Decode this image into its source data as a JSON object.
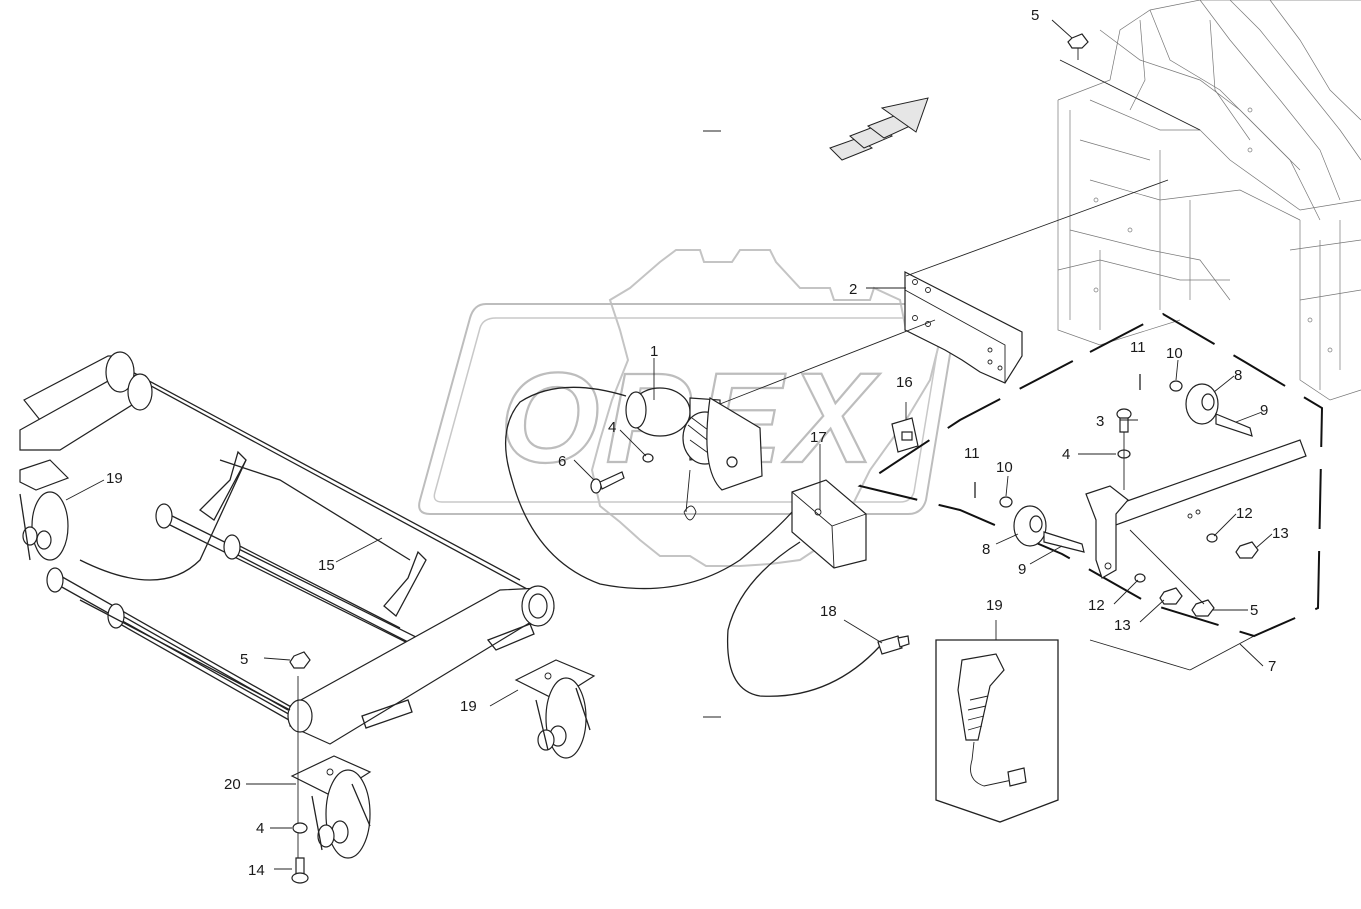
{
  "watermark": {
    "text": "OPEX"
  },
  "callouts": [
    {
      "id": "c1",
      "label": "1"
    },
    {
      "id": "c2",
      "label": "2"
    },
    {
      "id": "c3",
      "label": "3"
    },
    {
      "id": "c4a",
      "label": "4"
    },
    {
      "id": "c4b",
      "label": "4"
    },
    {
      "id": "c4c",
      "label": "4"
    },
    {
      "id": "c5a",
      "label": "5"
    },
    {
      "id": "c5b",
      "label": "5"
    },
    {
      "id": "c5c",
      "label": "5"
    },
    {
      "id": "c6",
      "label": "6"
    },
    {
      "id": "c7",
      "label": "7"
    },
    {
      "id": "c8a",
      "label": "8"
    },
    {
      "id": "c8b",
      "label": "8"
    },
    {
      "id": "c9a",
      "label": "9"
    },
    {
      "id": "c9b",
      "label": "9"
    },
    {
      "id": "c10a",
      "label": "10"
    },
    {
      "id": "c10b",
      "label": "10"
    },
    {
      "id": "c11a",
      "label": "11"
    },
    {
      "id": "c11b",
      "label": "11"
    },
    {
      "id": "c12a",
      "label": "12"
    },
    {
      "id": "c12b",
      "label": "12"
    },
    {
      "id": "c13a",
      "label": "13"
    },
    {
      "id": "c13b",
      "label": "13"
    },
    {
      "id": "c14",
      "label": "14"
    },
    {
      "id": "c15",
      "label": "15"
    },
    {
      "id": "c16",
      "label": "16"
    },
    {
      "id": "c17",
      "label": "17"
    },
    {
      "id": "c18",
      "label": "18"
    },
    {
      "id": "c19a",
      "label": "19"
    },
    {
      "id": "c19b",
      "label": "19"
    },
    {
      "id": "c19c",
      "label": "19"
    },
    {
      "id": "c20",
      "label": "20"
    }
  ]
}
